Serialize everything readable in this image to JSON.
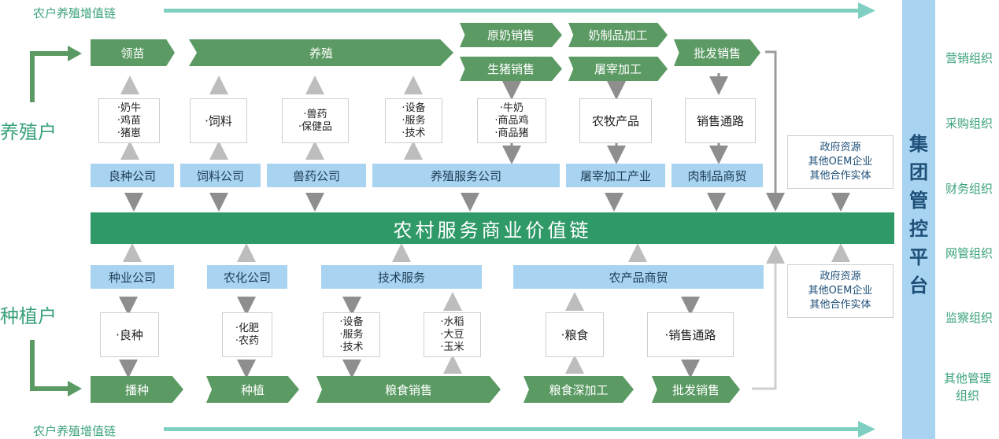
{
  "top_chain_label": "农户养殖增值链",
  "bottom_chain_label": "农户养殖增值链",
  "livestock_label": "养殖户",
  "crop_label": "种植户",
  "main_bar_label": "农村服务商业价值链",
  "livestock": {
    "stages": [
      "领苗",
      "养殖",
      "原奶销售",
      "奶制品加工",
      "生猪销售",
      "屠宰加工",
      "批发销售"
    ],
    "boxes": [
      [
        "·奶牛",
        "·鸡苗",
        "·猪崽"
      ],
      [
        "·饲料"
      ],
      [
        "·兽药",
        "·保健品"
      ],
      [
        "·设备",
        "·服务",
        "·技术"
      ],
      [
        "·牛奶",
        "·商品鸡",
        "·商品猪"
      ],
      [
        "农牧产品"
      ],
      [
        "销售通路"
      ]
    ],
    "companies": [
      "良种公司",
      "饲料公司",
      "兽药公司",
      "养殖服务公司",
      "屠宰加工产业",
      "肉制品商贸"
    ]
  },
  "crop": {
    "companies": [
      "种业公司",
      "农化公司",
      "技术服务",
      "农产品商贸"
    ],
    "boxes": [
      [
        "·良种"
      ],
      [
        "·化肥",
        "·农药"
      ],
      [
        "·设备",
        "·服务",
        "·技术"
      ],
      [
        "·水稻",
        "·大豆",
        "·玉米"
      ],
      [
        "·粮食"
      ],
      [
        "·销售通路"
      ]
    ],
    "stages": [
      "播种",
      "种植",
      "粮食销售",
      "粮食深加工",
      "批发销售"
    ]
  },
  "resources_top": [
    "政府资源",
    "其他OEM企业",
    "其他合作实体"
  ],
  "resources_bottom": [
    "政府资源",
    "其他OEM企业",
    "其他合作实体"
  ],
  "platform": {
    "title_chars": [
      "集",
      "团",
      "管",
      "控",
      "平",
      "台"
    ],
    "orgs": [
      "营销组织",
      "采购组织",
      "财务组织",
      "网管组织",
      "监察组织",
      "其他管理组织"
    ]
  },
  "colors": {
    "green_chevron": "#5b9a63",
    "main_bar": "#2f9a68",
    "blue_box": "#a9d4f1",
    "teal_text": "#3aa27a",
    "sidebar": "#a9d4f1"
  }
}
